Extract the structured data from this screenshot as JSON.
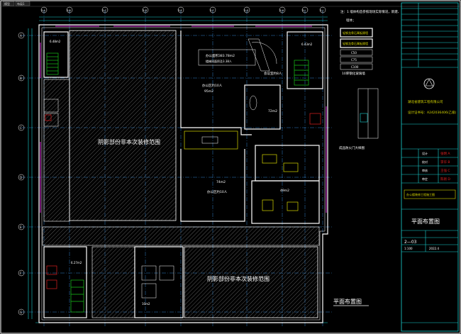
{
  "tabs": {
    "model": "模型",
    "layout": "布局1"
  },
  "notes": {
    "line1": "注：1  墙体构造参照现场实际情况，新建、",
    "line2": "墙体；",
    "legend1": "轻钢龙骨石膏板隔墙",
    "legend2": "轻钢龙骨石膏板隔墙",
    "legend3": "C50",
    "legend4": "C75",
    "legend5": "C100",
    "legend6": "10厚钢化玻璃墙",
    "door_caption": "成品防火门大样图"
  },
  "rooms": {
    "left_zone": "阴影部份非本次装修范围",
    "bottom_zone": "阴影部份非本次装修范围",
    "area_total": "办公面积383.78m2",
    "area_total2": "楼梯间面积及3.38人",
    "office1": "办公区约10人",
    "office1_area": "95m2",
    "meeting": "会议室约8人",
    "meeting_area": "72m2",
    "office2_area": "74m2",
    "office2": "办公区约10人",
    "office3_area": "49m2",
    "stair_l_area": "6.48m2",
    "stair_r_area": "6.43m2",
    "stair_b_area": "6.27m2",
    "stair_b2_area": "10m2",
    "bottom_title": "平面布置图"
  },
  "grid": {
    "top": [
      "3-A",
      "3-B",
      "3-C",
      "3-D",
      "3-E",
      "3-F",
      "3-G",
      "3-H",
      "3-I",
      "3-J",
      "3-K"
    ],
    "left": [
      "A",
      "B",
      "C",
      "D",
      "E",
      "F",
      "G"
    ]
  },
  "titleblock": {
    "company": "湖北省建筑工程有限公司",
    "cert": "设计证书号：A242036406(乙级)",
    "rows": [
      {
        "label": "设计",
        "value": "张明 A"
      },
      {
        "label": "校对",
        "value": "李华 B"
      },
      {
        "label": "审核",
        "value": "王强 C"
      },
      {
        "label": "审定",
        "value": "陈刚 D"
      }
    ],
    "project": "办公楼装修工程施工图",
    "drawing_name": "平面布置图",
    "sheet": "2—03",
    "scale": "1:100",
    "date": "2022.4"
  }
}
